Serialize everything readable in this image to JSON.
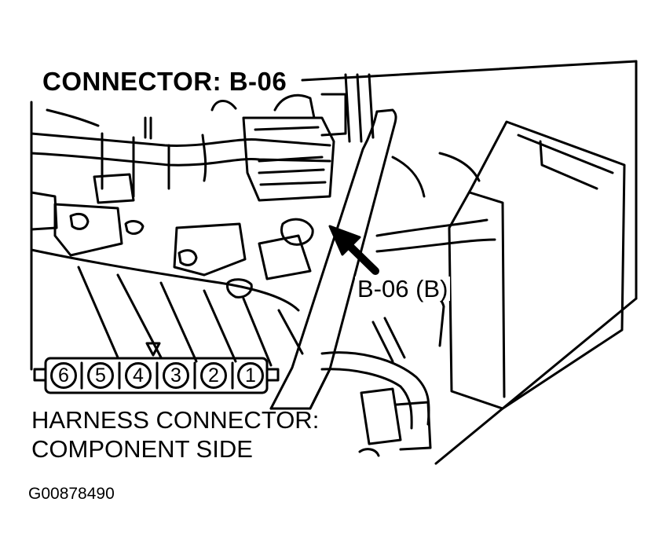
{
  "diagram": {
    "title": "CONNECTOR: B-06",
    "callout_label": "B-06 (B)",
    "harness_label_line1": "HARNESS CONNECTOR:",
    "harness_label_line2": "COMPONENT SIDE",
    "figure_id": "G00878490",
    "connector_pins": [
      "6",
      "5",
      "4",
      "3",
      "2",
      "1"
    ],
    "ink_color": "#000000",
    "paper_color": "#ffffff"
  }
}
